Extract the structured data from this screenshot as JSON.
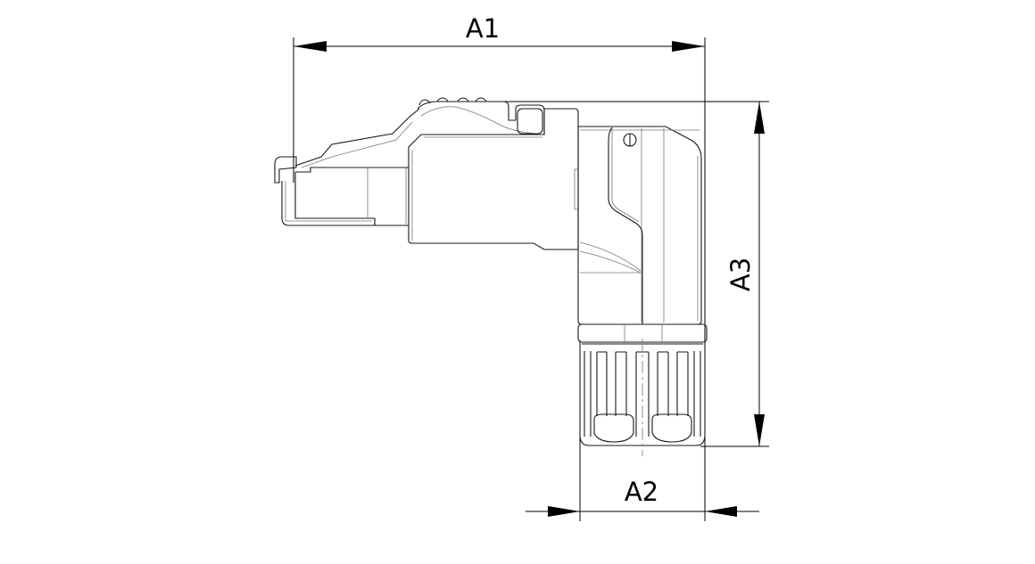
{
  "drawing": {
    "type": "dimension-drawing",
    "subject": "angled connector",
    "line_color": "#000000",
    "background": "#ffffff"
  },
  "dimensions": {
    "a1": {
      "label": "A1",
      "orientation": "horizontal"
    },
    "a2": {
      "label": "A2",
      "orientation": "horizontal"
    },
    "a3": {
      "label": "A3",
      "orientation": "vertical"
    }
  }
}
